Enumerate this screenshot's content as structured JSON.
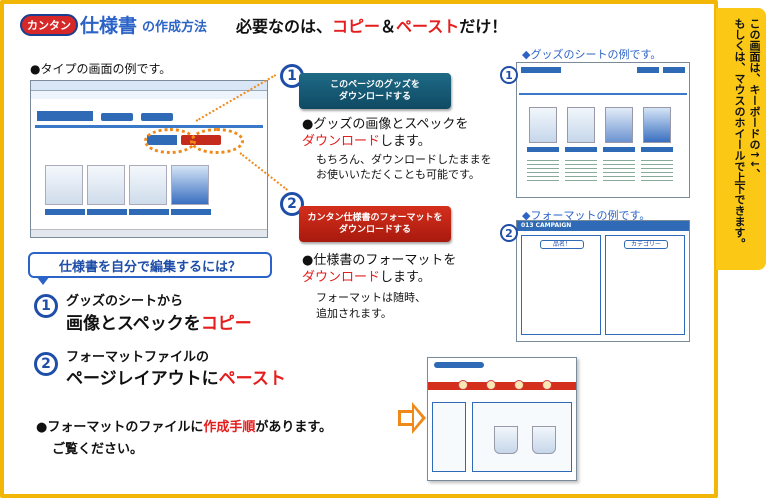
{
  "header": {
    "logo_pill": "カンタン",
    "logo_big": "仕様書",
    "logo_sub": "の作成方法",
    "headline_prefix": "必要なのは、",
    "headline_copy": "コピー",
    "headline_amp": "＆",
    "headline_paste": "ペースト",
    "headline_suffix": "だけ！"
  },
  "side_note": {
    "line1": "この画面は、キーボードの↑↓、",
    "line2": "もしくは、マウスのホイールで上下できます。"
  },
  "left": {
    "screen_example": "●タイプの画面の例です。",
    "callout": "仕様書を自分で編集するには？",
    "steps": [
      {
        "num": "1",
        "line1": "グッズのシートから",
        "line2_main": "画像とスペックを",
        "line2_accent": "コピー"
      },
      {
        "num": "2",
        "line1": "フォーマットファイルの",
        "line2_main": "ページレイアウトに",
        "line2_accent": "ペースト"
      }
    ],
    "bottom_bullet_prefix": "●フォーマットのファイルに",
    "bottom_bullet_accent": "作成手順",
    "bottom_bullet_suffix": "があります。",
    "bottom_line2": "ご覧ください。"
  },
  "middle": {
    "button1": {
      "num": "1",
      "line1": "このページのグッズを",
      "line2": "ダウンロードする"
    },
    "desc1_prefix": "●グッズの画像とスペックを",
    "desc1_accent": "ダウンロード",
    "desc1_suffix": "します。",
    "desc1_small1": "もちろん、ダウンロードしたままを",
    "desc1_small2": "お使いいただくことも可能です。",
    "button2": {
      "num": "2",
      "line1": "カンタン仕様書のフォーマットを",
      "line2": "ダウンロードする"
    },
    "desc2_prefix": "●仕様書のフォーマットを",
    "desc2_accent": "ダウンロード",
    "desc2_suffix": "します。",
    "desc2_small1": "フォーマットは随時、",
    "desc2_small2": "追加されます。"
  },
  "right": {
    "sheet_title": "◆グッズのシートの例です。",
    "sheet_num": "1",
    "format_title": "◆フォーマットの例です。",
    "format_num": "2",
    "format_bar": "013 CAMPAIGN",
    "format_label_left": "品名！",
    "format_label_right": "カテゴリー"
  },
  "colors": {
    "accent_red": "#e41d1d",
    "brand_blue": "#2b63c7",
    "frame_yellow": "#f2b705",
    "arrow_orange": "#ef8a1a"
  }
}
